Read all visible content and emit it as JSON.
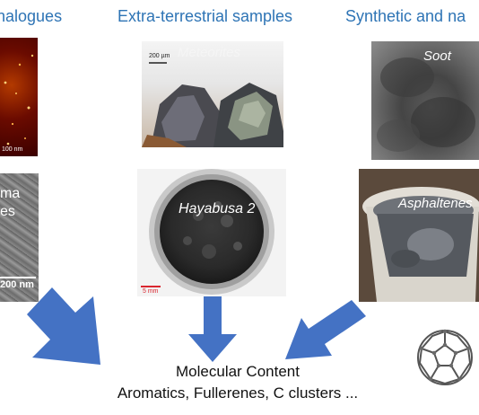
{
  "headers": {
    "left": "nalogues",
    "center": "Extra-terrestrial samples",
    "right": "Synthetic and na"
  },
  "panels": {
    "afm": {
      "scale": "100 nm"
    },
    "plasma": {
      "text_line1": "ma",
      "text_line2": "es",
      "scale": "200 nm"
    },
    "meteorites": {
      "label": "Meteorites",
      "scale": "200 µm"
    },
    "hayabusa": {
      "label": "Hayabusa 2",
      "scale": "5 mm"
    },
    "soot": {
      "label": "Soot"
    },
    "asphaltenes": {
      "label": "Asphaltenes"
    }
  },
  "output": {
    "line1": "Molecular Content",
    "line2": "Aromatics, Fullerenes, C clusters ..."
  },
  "colors": {
    "header": "#2e74b5",
    "arrow": "#4472c4"
  }
}
